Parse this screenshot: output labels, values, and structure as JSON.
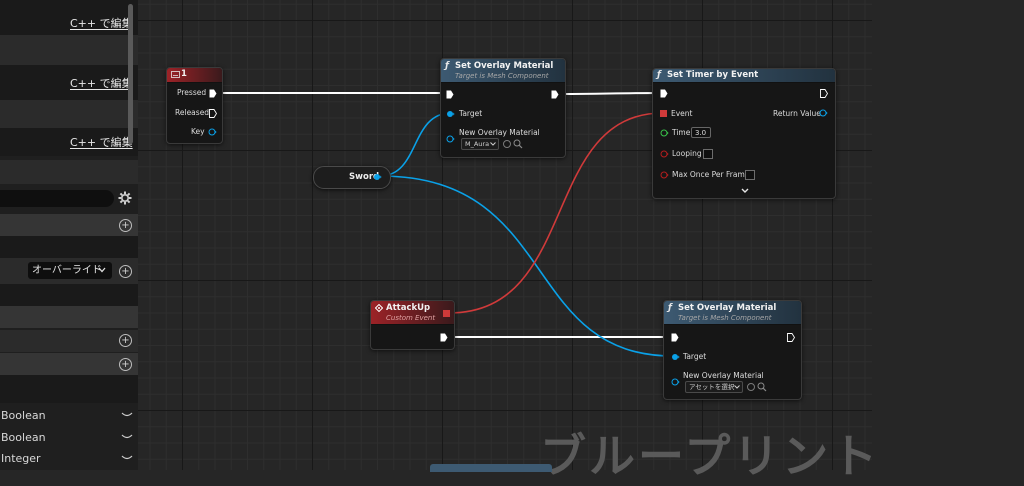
{
  "left_panel": {
    "edit_cpp_label": "C++ で編集",
    "override_label": "オーバーライド",
    "variables": [
      {
        "type": "Boolean"
      },
      {
        "type": "Boolean"
      },
      {
        "type": "Integer"
      }
    ]
  },
  "graph": {
    "watermark": "ブループリント",
    "key_event": {
      "title": "1",
      "pins": {
        "pressed": "Pressed",
        "released": "Released",
        "key": "Key"
      }
    },
    "set_overlay_top": {
      "title": "Set Overlay Material",
      "subtitle": "Target is Mesh Component",
      "target_label": "Target",
      "material_label": "New Overlay Material",
      "material_value": "M_Aura"
    },
    "set_timer": {
      "title": "Set Timer by Event",
      "event_label": "Event",
      "return_label": "Return Value",
      "time_label": "Time",
      "time_value": "3.0",
      "looping_label": "Looping",
      "max_once_label": "Max Once Per Frame"
    },
    "sword": {
      "label": "Sword"
    },
    "custom_event": {
      "title": "AttackUp",
      "subtitle": "Custom Event"
    },
    "set_overlay_bottom": {
      "title": "Set Overlay Material",
      "subtitle": "Target is Mesh Component",
      "target_label": "Target",
      "material_label": "New Overlay Material",
      "material_value": "アセットを選択"
    }
  },
  "colors": {
    "exec_wire": "#ffffff",
    "object_wire": "#0aa1e8",
    "delegate_wire": "#d03a3a",
    "float_pin": "#39c24a",
    "bool_pin": "#b51d1d",
    "function_header": "#3d5a72",
    "event_header": "#9c2227"
  },
  "icons": {
    "function": "function-icon",
    "keyboard": "keyboard-icon",
    "event": "custom-event-icon",
    "settings": "gear-icon",
    "add": "plus-circle-icon"
  }
}
